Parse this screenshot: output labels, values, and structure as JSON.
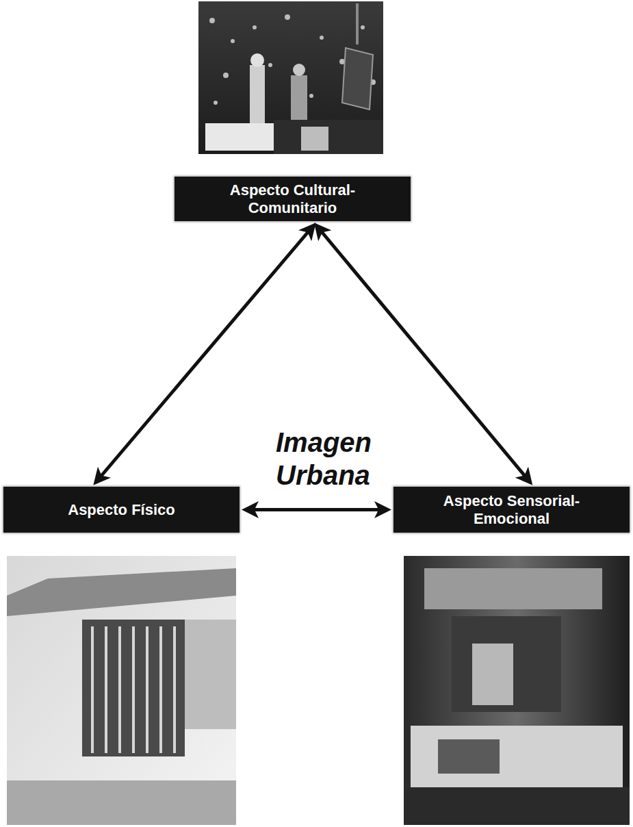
{
  "diagram": {
    "nodes": [
      {
        "text": [
          "Aspecto Cultural-Comunitario"
        ]
      },
      {
        "text": [
          "Aspecto Físico"
        ]
      },
      {
        "text": [
          "Aspecto Sensorial-Emocional"
        ]
      }
    ],
    "edges": [
      {
        "from": 0,
        "to": 1,
        "arrow": "both"
      },
      {
        "from": 0,
        "to": 2,
        "arrow": "both"
      },
      {
        "from": 1,
        "to": 2,
        "arrow": "both"
      }
    ],
    "labels": [
      "Imagen Urbana"
    ]
  }
}
